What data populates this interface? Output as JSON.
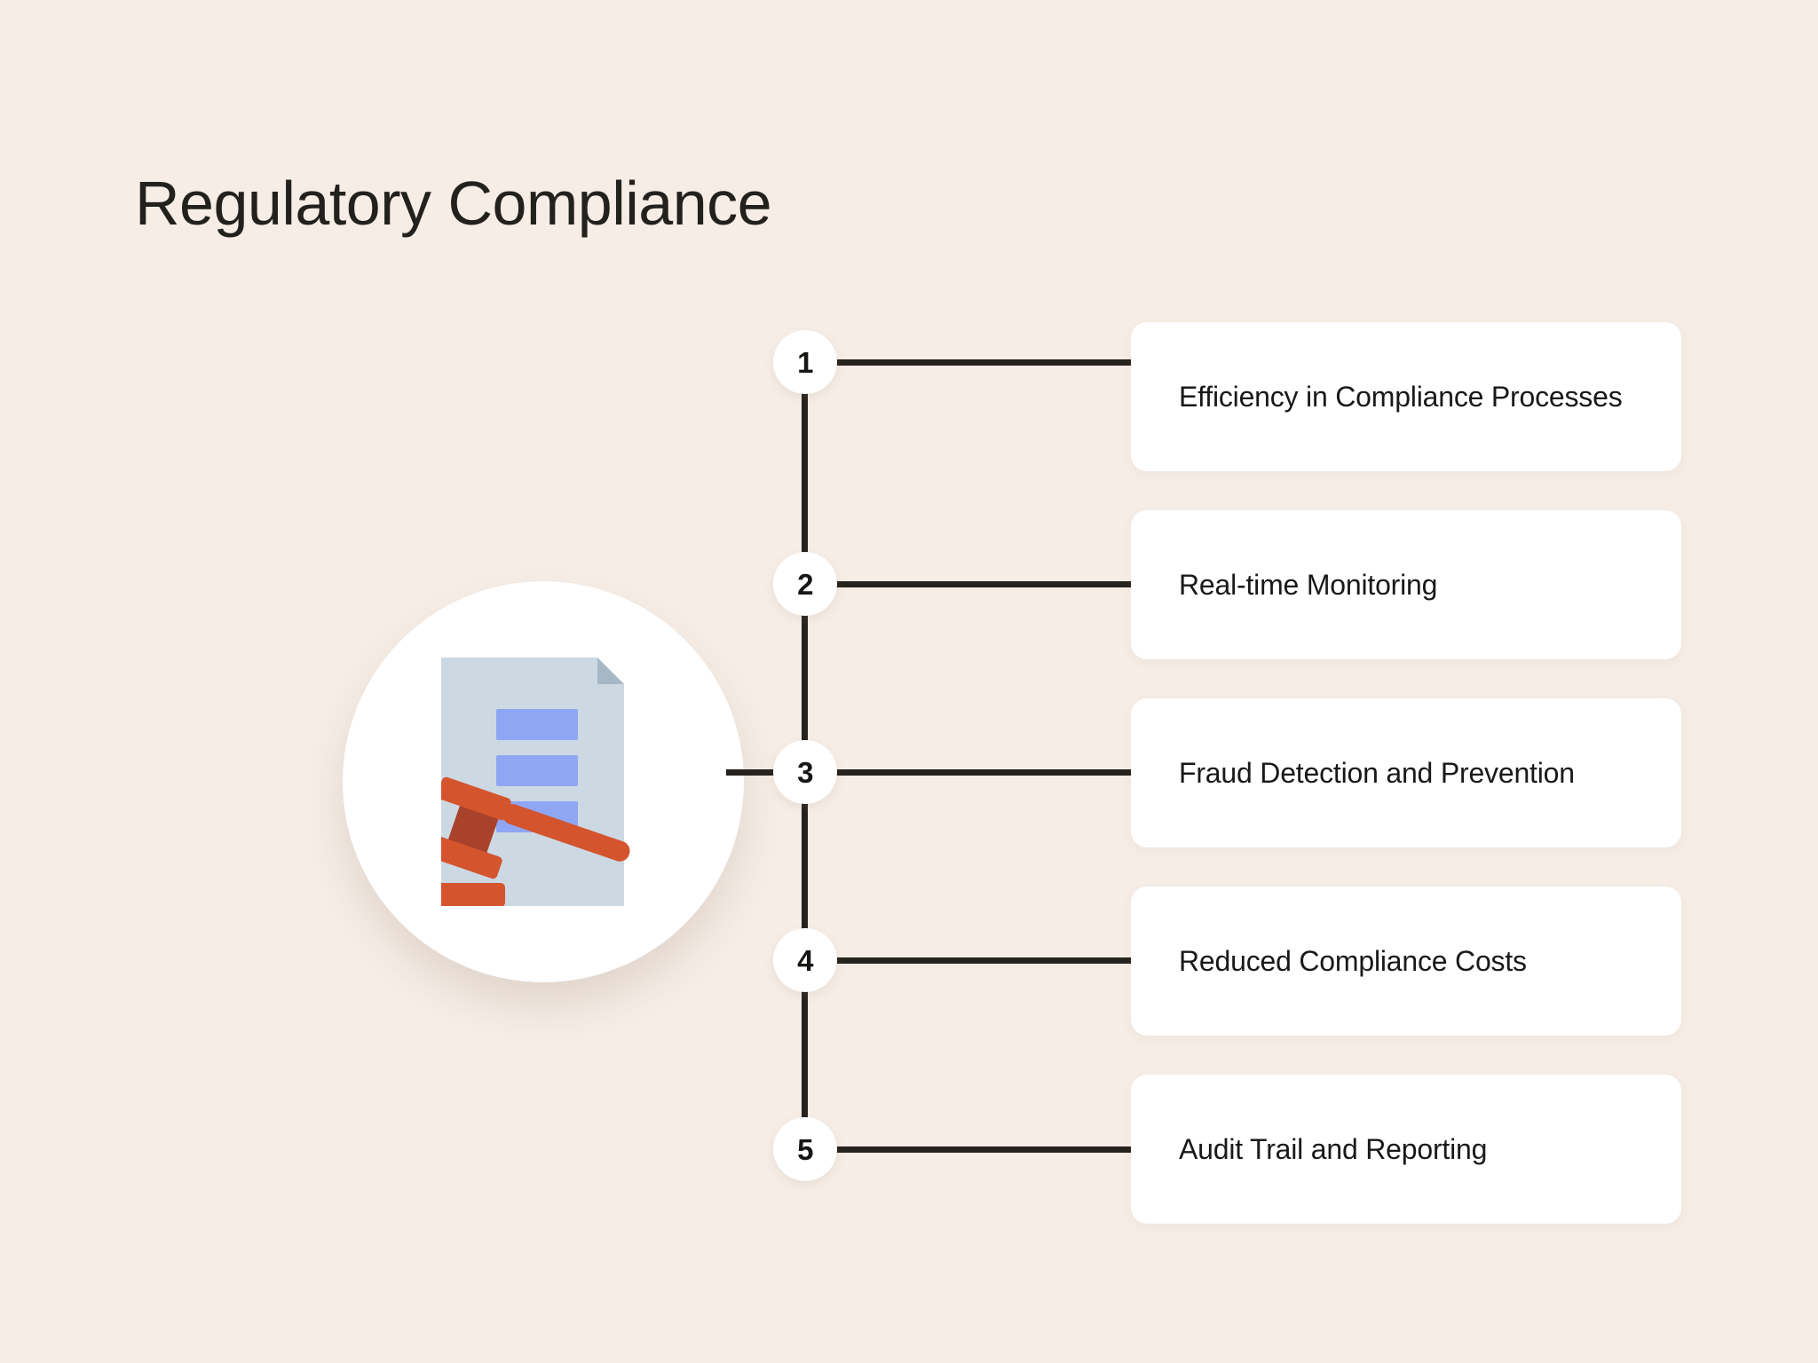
{
  "page": {
    "title": "Regulatory Compliance",
    "background_color": "#f5ede6",
    "text_color": "#23211e",
    "card_color": "#ffffff",
    "line_color": "#26231f"
  },
  "icon": {
    "name": "legal-document-gavel-icon",
    "document_color": "#ccd8e2",
    "document_fold_color": "#a6b7c6",
    "line_color": "#8fa6f5",
    "gavel_color": "#d4542e",
    "gavel_shadow_color": "#a8422a"
  },
  "timeline": {
    "items": [
      {
        "number": "1",
        "label": "Efficiency in Compliance Processes"
      },
      {
        "number": "2",
        "label": "Real-time Monitoring"
      },
      {
        "number": "3",
        "label": "Fraud Detection and Prevention"
      },
      {
        "number": "4",
        "label": "Reduced Compliance Costs"
      },
      {
        "number": "5",
        "label": "Audit Trail and Reporting"
      }
    ]
  }
}
